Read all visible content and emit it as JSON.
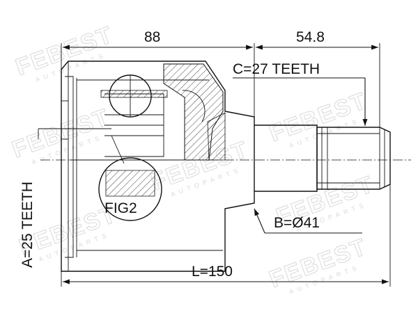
{
  "watermark": {
    "brand": "FEBEST",
    "tagline": "AUTOPARTS"
  },
  "dimensions": {
    "length_88": "88",
    "length_54_8": "54.8",
    "total_length": "L=150",
    "spline_c": "C=27 TEETH",
    "diameter_b": "B=Ø41",
    "spline_a": "A=25 TEETH",
    "figure_ref": "FIG2"
  },
  "colors": {
    "line": "#111111",
    "watermark": "#dcdcdc",
    "background": "#ffffff"
  }
}
